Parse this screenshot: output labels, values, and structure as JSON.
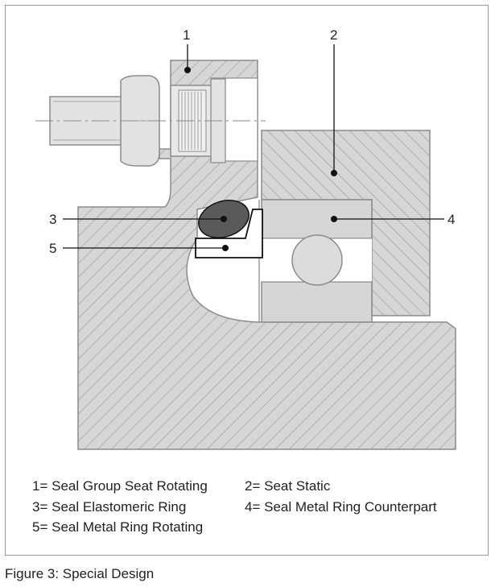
{
  "callouts": {
    "c1": "1",
    "c2": "2",
    "c3": "3",
    "c4": "4",
    "c5": "5"
  },
  "legend": {
    "item1": "1= Seal Group Seat Rotating",
    "item2": "2= Seat Static",
    "item3": "3= Seal Elastomeric Ring",
    "item4": "4= Seal Metal Ring Counterpart",
    "item5": "5= Seal Metal Ring Rotating"
  },
  "caption": "Figure 3: Special Design",
  "colors": {
    "hatch_fill": "#d6d6d6",
    "hatch_line": "#9b9b9b",
    "outline": "#8c8c8c",
    "elastomer": "#5a5a5a",
    "leader": "#111111"
  }
}
